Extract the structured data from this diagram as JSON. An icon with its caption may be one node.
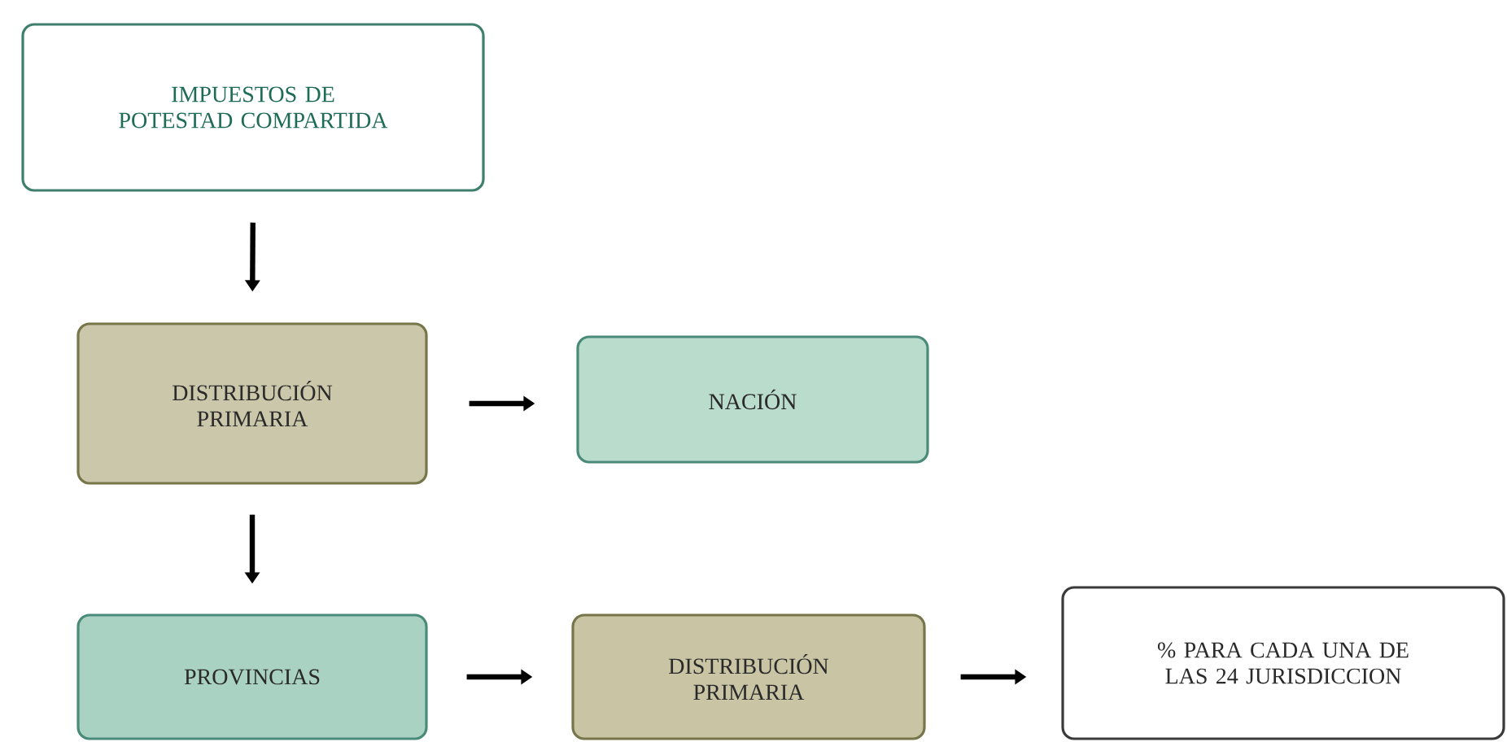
{
  "diagram": {
    "nodes": [
      {
        "text": [
          "IMPUESTOS DE POTESTAD COMPARTIDA"
        ]
      },
      {
        "text": [
          "DISTRIBUCIÓN PRIMARIA"
        ]
      },
      {
        "text": [
          "NACIÓN"
        ]
      },
      {
        "text": [
          "PROVINCIAS"
        ]
      },
      {
        "text": [
          "DISTRIBUCIÓN PRIMARIA"
        ]
      },
      {
        "text": [
          "% PARA CADA UNA DE LAS 24 JURISDICCION"
        ]
      }
    ],
    "edges": [
      {
        "from": 0,
        "to": 1,
        "arrow": "to"
      },
      {
        "from": 1,
        "to": 2,
        "arrow": "to"
      },
      {
        "from": 1,
        "to": 3,
        "arrow": "to"
      },
      {
        "from": 3,
        "to": 4,
        "arrow": "to"
      },
      {
        "from": 4,
        "to": 5,
        "arrow": "to"
      }
    ]
  }
}
